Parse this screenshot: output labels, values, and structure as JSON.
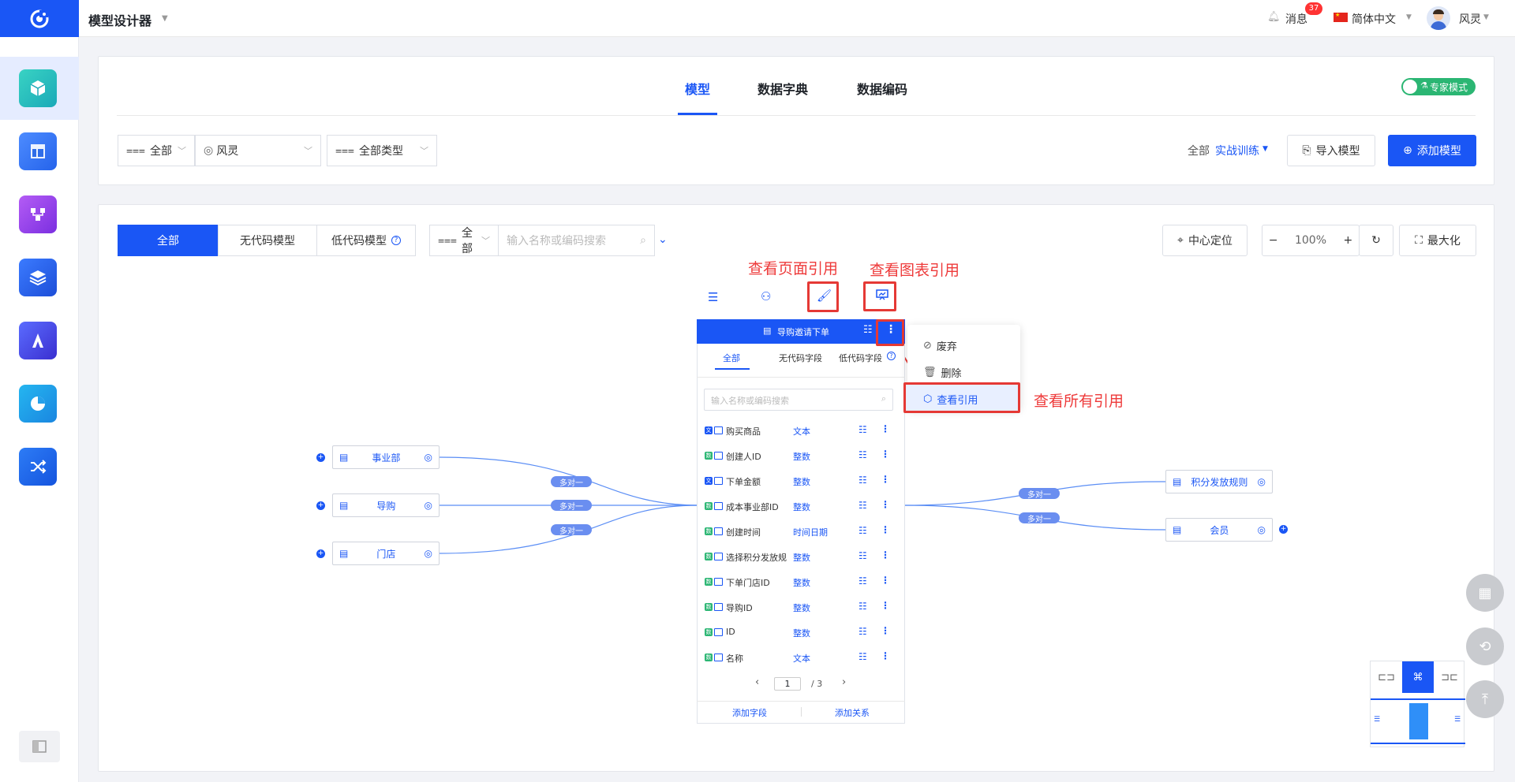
{
  "app": {
    "title": "模型设计器"
  },
  "topbar": {
    "messages_label": "消息",
    "messages_count": "37",
    "language": "简体中文",
    "user_name": "风灵"
  },
  "tabs": [
    {
      "label": "模型"
    },
    {
      "label": "数据字典"
    },
    {
      "label": "数据编码"
    }
  ],
  "expert_mode": {
    "label": "专家模式",
    "enabled": true
  },
  "filters": {
    "scope": "全部",
    "owner": "风灵",
    "type": "全部类型"
  },
  "project": {
    "scope_label": "全部",
    "current": "实战训练"
  },
  "actions": {
    "import": "导入模型",
    "add": "添加模型"
  },
  "model_types": [
    {
      "label": "全部"
    },
    {
      "label": "无代码模型"
    },
    {
      "label": "低代码模型"
    }
  ],
  "search": {
    "scope": "全部",
    "placeholder": "输入名称或编码搜索"
  },
  "canvas_tools": {
    "center": "中心定位",
    "zoom": "100%",
    "maximize": "最大化"
  },
  "annotations": {
    "page_ref": "查看页面引用",
    "chart_ref": "查看图表引用",
    "all_ref": "查看所有引用"
  },
  "main_entity": {
    "title": "导购邀请下单",
    "tabs": [
      "全部",
      "无代码字段",
      "低代码字段"
    ],
    "search_placeholder": "输入名称或编码搜索",
    "fields": [
      {
        "badge": "文",
        "badge_color": "#1a56f5",
        "name": "购买商品",
        "type": "文本"
      },
      {
        "badge": "数",
        "badge_color": "#2bb673",
        "name": "创建人ID",
        "type": "整数"
      },
      {
        "badge": "文",
        "badge_color": "#1a56f5",
        "name": "下单金额",
        "type": "整数"
      },
      {
        "badge": "数",
        "badge_color": "#2bb673",
        "name": "成本事业部ID",
        "type": "整数"
      },
      {
        "badge": "数",
        "badge_color": "#2bb673",
        "name": "创建时间",
        "type": "时间日期"
      },
      {
        "badge": "数",
        "badge_color": "#2bb673",
        "name": "选择积分发放规",
        "type": "整数"
      },
      {
        "badge": "数",
        "badge_color": "#2bb673",
        "name": "下单门店ID",
        "type": "整数"
      },
      {
        "badge": "数",
        "badge_color": "#2bb673",
        "name": "导购ID",
        "type": "整数"
      },
      {
        "badge": "数",
        "badge_color": "#2bb673",
        "name": "ID",
        "type": "整数"
      },
      {
        "badge": "数",
        "badge_color": "#2bb673",
        "name": "名称",
        "type": "文本"
      }
    ],
    "page_current": "1",
    "page_total": "/ 3",
    "add_field": "添加字段",
    "add_relation": "添加关系"
  },
  "context_menu": [
    {
      "label": "废弃"
    },
    {
      "label": "删除"
    },
    {
      "label": "查看引用"
    }
  ],
  "left_entities": [
    {
      "name": "事业部"
    },
    {
      "name": "导购"
    },
    {
      "name": "门店"
    }
  ],
  "right_entities": [
    {
      "name": "积分发放规则"
    },
    {
      "name": "会员"
    }
  ],
  "relations": {
    "left": [
      "多对一",
      "多对一",
      "多对一"
    ],
    "right": [
      "多对一",
      "多对一"
    ]
  },
  "colors": {
    "primary": "#1a56f5",
    "annotation": "#ee3a3a",
    "expert_green": "#2bb673"
  }
}
